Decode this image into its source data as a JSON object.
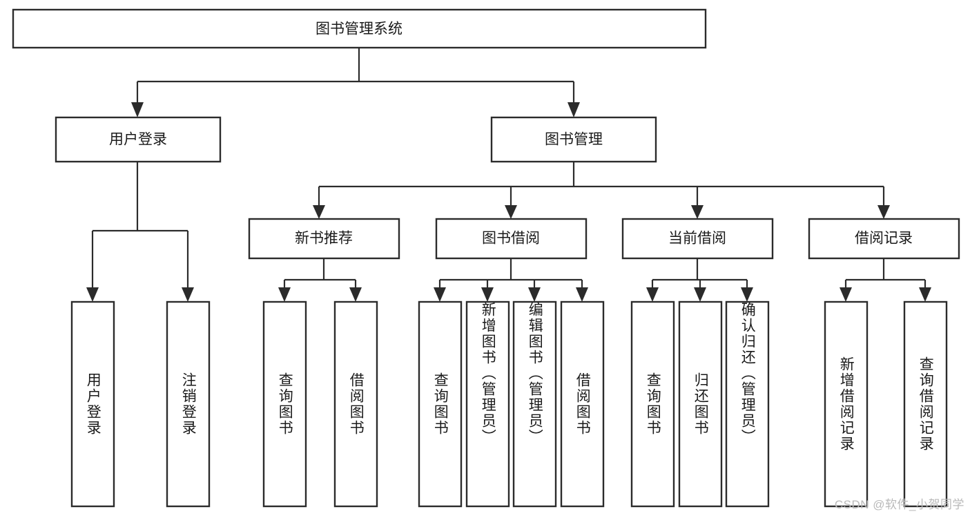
{
  "diagram": {
    "type": "hierarchy-tree",
    "orientation": "top-down",
    "watermark": "CSDN @软件_小贺同学",
    "colors": {
      "stroke": "#2b2b2b",
      "fill": "#ffffff",
      "text": "#1a1a1a",
      "watermark": "#b9b9b9"
    },
    "root": {
      "label": "图书管理系统"
    },
    "level2": [
      {
        "label": "用户登录"
      },
      {
        "label": "图书管理"
      }
    ],
    "level3": [
      {
        "label": "新书推荐"
      },
      {
        "label": "图书借阅"
      },
      {
        "label": "当前借阅"
      },
      {
        "label": "借阅记录"
      }
    ],
    "leaves": {
      "user_login": [
        {
          "label": "用户登录"
        },
        {
          "label": "注销登录"
        }
      ],
      "new_book": [
        {
          "label": "查询图书"
        },
        {
          "label": "借阅图书"
        }
      ],
      "book_borrow": [
        {
          "label": "查询图书"
        },
        {
          "label": "新增图书（管理员）"
        },
        {
          "label": "编辑图书（管理员）"
        },
        {
          "label": "借阅图书"
        }
      ],
      "current_borrow": [
        {
          "label": "查询图书"
        },
        {
          "label": "归还图书"
        },
        {
          "label": "确认归还（管理员）"
        }
      ],
      "borrow_record": [
        {
          "label": "新增借阅记录"
        },
        {
          "label": "查询借阅记录"
        }
      ]
    }
  }
}
